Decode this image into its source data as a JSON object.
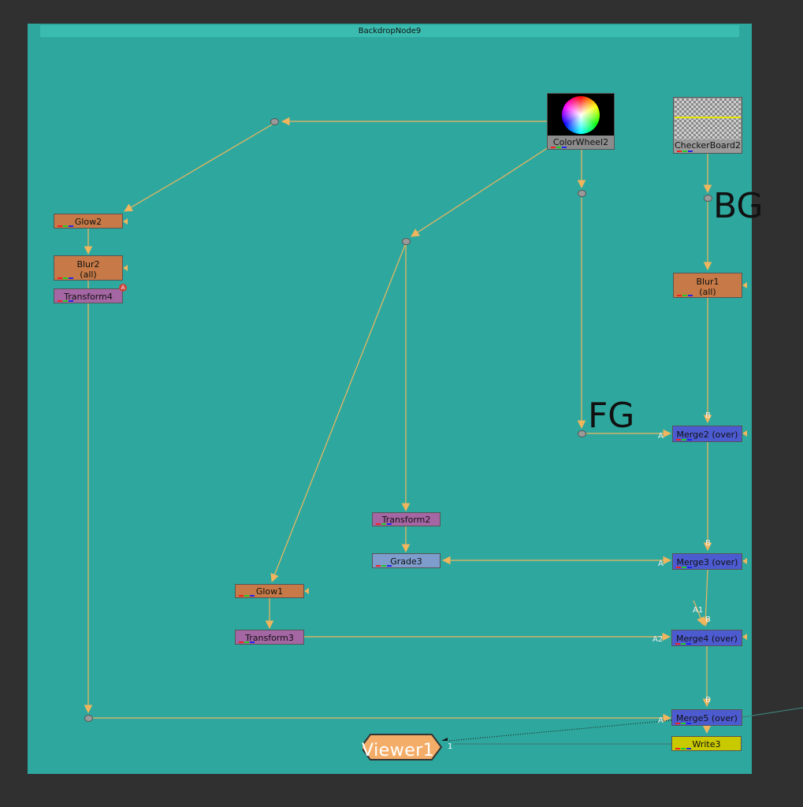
{
  "backdrop": {
    "title": "BackdropNode9"
  },
  "labels": {
    "bg": "BG",
    "fg": "FG"
  },
  "nodes": {
    "colorwheel": "ColorWheel2",
    "checkerboard": "CheckerBoard2",
    "glow2": "Glow2",
    "blur2": "Blur2",
    "blur2_sub": "(all)",
    "transform4": "Transform4",
    "blur1": "Blur1",
    "blur1_sub": "(all)",
    "merge2": "Merge2 (over)",
    "transform2": "Transform2",
    "grade3": "Grade3",
    "merge3": "Merge3 (over)",
    "glow1": "Glow1",
    "transform3": "Transform3",
    "merge4": "Merge4 (over)",
    "merge5": "Merge5 (over)",
    "write3": "Write3",
    "viewer": "Viewer1"
  },
  "pins": {
    "merge2_b": "B",
    "merge2_a": "A",
    "merge3_b": "B",
    "merge3_a": "A",
    "merge4_a1": "A1",
    "merge4_b": "B",
    "merge4_a2": "A2",
    "merge5_b": "B",
    "merge5_a": "A",
    "viewer_input": "1",
    "transform4_badge": "A"
  },
  "colors": {
    "background": "#303030",
    "backdrop": "#2ea89e",
    "wire": "#f0b55d",
    "node_orange": "#c77a47",
    "node_purple": "#a566a4",
    "node_blue": "#4d5bd1",
    "node_yellow": "#c9c900",
    "viewer": "#f4ad68"
  }
}
